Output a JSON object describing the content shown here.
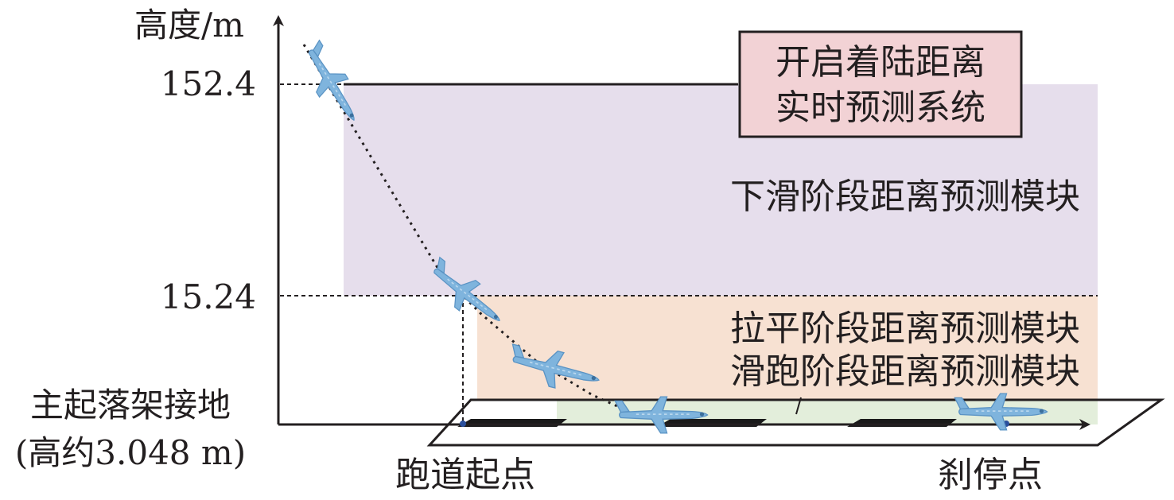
{
  "axis": {
    "y_label": "高度/m",
    "tick_high": "152.4",
    "tick_mid": "15.24",
    "ground_label_line1": "主起落架接地",
    "ground_label_line2": "(高约3.048 m)"
  },
  "system_box": {
    "line1": "开启着陆距离",
    "line2": "实时预测系统"
  },
  "modules": {
    "glide": "下滑阶段距离预测模块",
    "flare": "拉平阶段距离预测模块",
    "rollout": "滑跑阶段距离预测模块"
  },
  "runway": {
    "start_label": "跑道起点",
    "stop_label": "刹停点"
  },
  "colors": {
    "glide_zone": "#e6deec",
    "flare_zone": "#f7e1d2",
    "rollout_zone": "#e3eedb",
    "system_box_fill": "#f2d2d5",
    "plane": "#7fb4dd",
    "runway_bar": "#1a1a1a"
  },
  "icons": [
    "airplane-icon"
  ]
}
